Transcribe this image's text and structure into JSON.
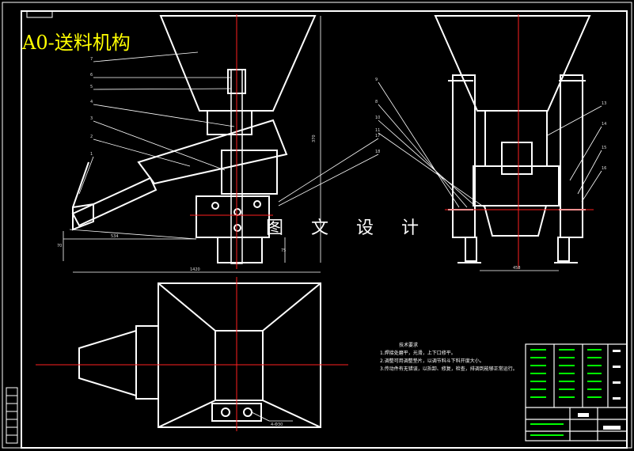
{
  "title": "A0-送料机构",
  "watermark": "图 文 设 计",
  "tech_notes": {
    "heading": "技术要求",
    "items": [
      "1.焊接处磨平，光滑，上下口修平。",
      "2.调整可用调整垫片，以调节料斗下料开度大小。",
      "3.传动件有无错误，以拆卸、修复，检查，排调到能够正常运行。"
    ]
  },
  "colors": {
    "line": "#ffffff",
    "center_line": "#ff2020",
    "leader": "#ffffff",
    "frame": "#ffffff",
    "title_label": "#ffff00",
    "table_text": "#00ff00",
    "dim": "#cfcfcf"
  }
}
